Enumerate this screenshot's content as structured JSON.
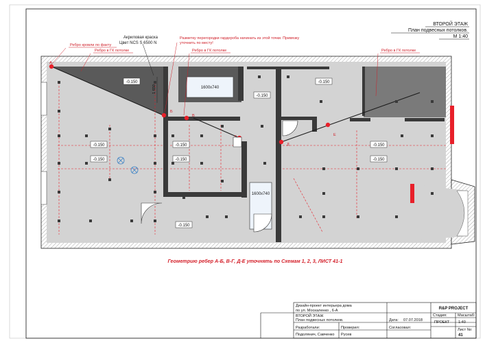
{
  "sheet": {
    "title_line1": "ВТОРОЙ ЭТАЖ",
    "title_line2": "План подвесных потолков.",
    "title_line3": "М 1:40"
  },
  "annotations": {
    "paint_line1": "Акриловая краска",
    "paint_line2": "Цвет NCS S 6500 N",
    "partition_line1": "Разметку перегородки гардероба начинать из этой точки. Привязку",
    "partition_line2": "уточнить по месту!",
    "roof_rib": "Ребро кровли по факту",
    "rib_gk_1": "Ребро в ГК потолке",
    "rib_gk_2": "Ребро в ГК потолке",
    "rib_gk_3": "Ребро в ГК потолке",
    "dim_1650": "1 650",
    "note": "Геометрию ребер А-Б, В-Г, Д-Е уточнять по Схемам 1, 2, 3, ЛИСТ 41-1"
  },
  "points": {
    "a": "А",
    "b": "Б",
    "v": "В",
    "g": "Г",
    "d": "Д",
    "e": "Е"
  },
  "windows": {
    "w1": "1600х740",
    "w2": "1600х740"
  },
  "levels": {
    "l1": "-0.150",
    "l2": "-0.150",
    "l3": "-0.150",
    "l4": "-0.150",
    "l5": "-0.150",
    "l6": "-0.150",
    "l7": "-0.150",
    "l8": "-0.150",
    "l9": "-0.150",
    "l10": "-0.150"
  },
  "titleblock": {
    "project_line1": "Дизайн-проект интерьера дома",
    "project_line2": "по ул. Москаленко , 6-А",
    "company": "R&P PROJECT",
    "sheet_name_1": "ВТОРОЙ ЭТАЖ",
    "sheet_name_2": "План подвесных потолков.",
    "stage_label": "Стадия:",
    "stage_value": "ПРОЕКТ",
    "scale_label": "Масштаб:",
    "scale_value": "1:40",
    "sheet_no_label": "Лист №:",
    "sheet_no_value": "41",
    "date_label": "Дата:",
    "date_value": "07.07.2018",
    "agreed_label": "Согласовал:",
    "dev_label": "Разработали:",
    "dev_value": "Подолянич, Савченко",
    "check_label": "Проверил:",
    "check_value": "Русев"
  },
  "colors": {
    "accent_red": "#e8202a",
    "wall": "#3a3a3a",
    "dark_ceiling": "#595959",
    "floor": "#d2d2d2"
  }
}
